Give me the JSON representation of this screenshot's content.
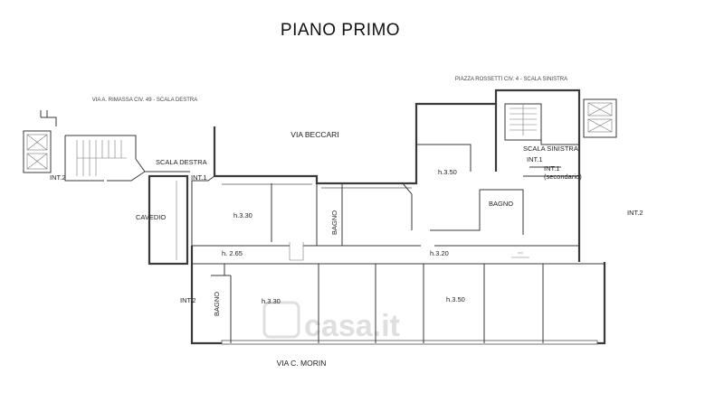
{
  "title": "PIANO PRIMO",
  "streets": {
    "rimassa": "VIA A. RIMASSA CIV. 49 - SCALA DESTRA",
    "rossetti": "PIAZZA ROSSETTI CIV. 4 - SCALA SINISTRA",
    "beccari": "VIA BECCARI",
    "morin": "VIA C. MORIN"
  },
  "labels": {
    "int2_left": "INT.2",
    "scala_destra": "SCALA DESTRA",
    "int1_left": "INT.1",
    "cavedio": "CAVEDIO",
    "bagno_center": "BAGNO",
    "h330_top": "h.3.30",
    "h265": "h. 2.65",
    "h320": "h.3.20",
    "int2_mid": "INT.2",
    "bagno_low": "BAGNO",
    "h330_bottom": "h.3.30",
    "h350_bottom": "h.3.50",
    "h350_top": "h.3.50",
    "bagno_right": "BAGNO",
    "scala_sinistra": "SCALA SINISTRA",
    "int1_right": "INT.1",
    "int1_sec_a": "INT.1",
    "int1_sec_b": "(secondario)",
    "int2_right": "INT.2"
  },
  "watermark": "casa.it",
  "colors": {
    "wall": "#3a3a3a",
    "text": "#222222",
    "background": "#ffffff"
  }
}
